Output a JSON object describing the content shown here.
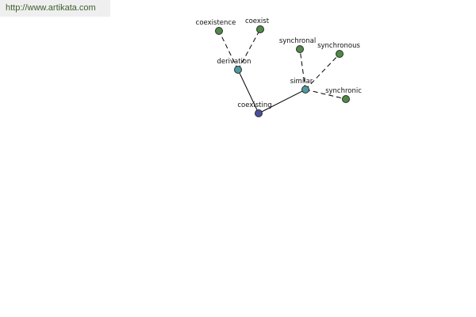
{
  "banner": {
    "url": "http://www.artikata.com"
  },
  "colors": {
    "root": "#4a4f9c",
    "relation": "#4d9aa0",
    "leaf": "#4e8a45",
    "banner_text": "#3e5e2b"
  },
  "graph": {
    "nodes": [
      {
        "id": "coexisting",
        "label": "coexisting",
        "kind": "root"
      },
      {
        "id": "derivation",
        "label": "derivation",
        "kind": "relation"
      },
      {
        "id": "similar",
        "label": "similar",
        "kind": "relation"
      },
      {
        "id": "coexistence",
        "label": "coexistence",
        "kind": "leaf"
      },
      {
        "id": "coexist",
        "label": "coexist",
        "kind": "leaf"
      },
      {
        "id": "synchronal",
        "label": "synchronal",
        "kind": "leaf"
      },
      {
        "id": "synchronous",
        "label": "synchronous",
        "kind": "leaf"
      },
      {
        "id": "synchronic",
        "label": "synchronic",
        "kind": "leaf"
      }
    ],
    "edges": [
      {
        "from": "coexisting",
        "to": "derivation",
        "style": "solid"
      },
      {
        "from": "coexisting",
        "to": "similar",
        "style": "solid"
      },
      {
        "from": "derivation",
        "to": "coexistence",
        "style": "dashed"
      },
      {
        "from": "derivation",
        "to": "coexist",
        "style": "dashed"
      },
      {
        "from": "similar",
        "to": "synchronal",
        "style": "dashed"
      },
      {
        "from": "similar",
        "to": "synchronous",
        "style": "dashed"
      },
      {
        "from": "similar",
        "to": "synchronic",
        "style": "dashed"
      }
    ]
  }
}
